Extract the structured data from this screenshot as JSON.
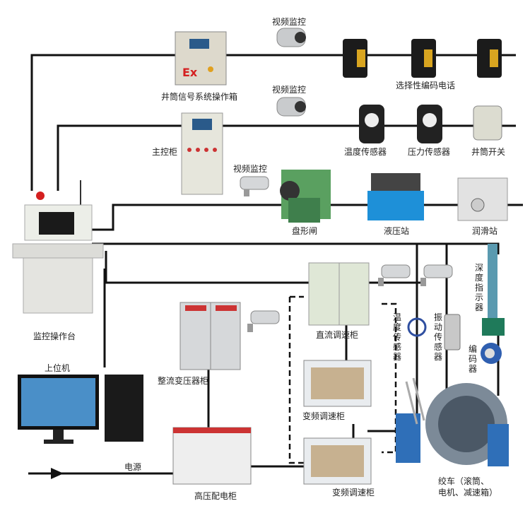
{
  "labels": {
    "camera1": "视频监控",
    "camera2": "视频监控",
    "camera3": "视频监控",
    "shaft_signal_box": "井筒信号系统操作箱",
    "phone": "选择性编码电话",
    "main_cabinet": "主控柜",
    "temp_sensor_top": "温度传感器",
    "pressure_sensor": "压力传感器",
    "shaft_switch": "井筒开关",
    "disc_brake": "盘形闸",
    "hydraulic_station": "液压站",
    "lube_station": "润滑站",
    "console": "监控操作台",
    "depth_indicator": "深度指示器",
    "temp_sensor_side": "温度传感器",
    "vibration_sensor": "振动传感器",
    "encoder": "编码器",
    "dc_speed_cabinet": "直流调速柜",
    "rectifier_transformer": "整流变压器柜",
    "host_pc": "上位机",
    "vfd_cabinet1": "变频调速柜",
    "vfd_cabinet2": "变频调速柜",
    "hv_cabinet": "高压配电柜",
    "power": "电源",
    "winch": "绞车（滚筒、",
    "winch2": "电机、减速箱）",
    "ex_mark": "Ex"
  },
  "colors": {
    "line": "#111111",
    "cabinet": "#e6e8e4",
    "alarm": "#d42020",
    "green": "#2e8b57",
    "blue": "#2f5fb0"
  }
}
